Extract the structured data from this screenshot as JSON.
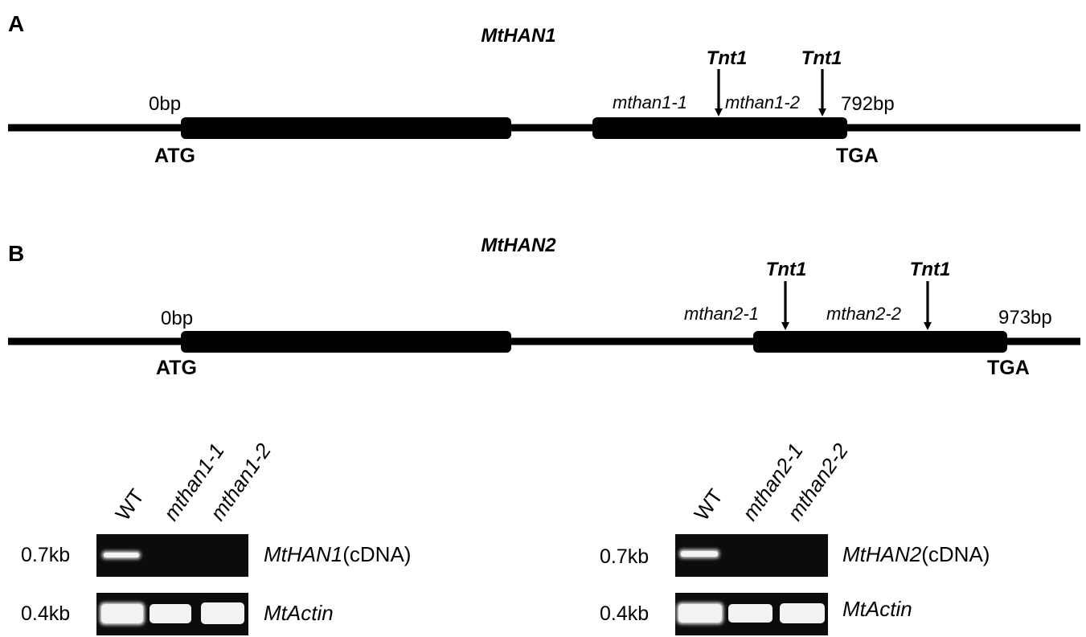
{
  "panelA": {
    "label": "A",
    "gene": "MtHAN1",
    "start_bp": "0bp",
    "end_bp": "792bp",
    "start_codon": "ATG",
    "stop_codon": "TGA",
    "insertions": [
      {
        "element": "Tnt1",
        "allele": "mthan1-1"
      },
      {
        "element": "Tnt1",
        "allele": "mthan1-2"
      }
    ]
  },
  "panelB": {
    "label": "B",
    "gene": "MtHAN2",
    "start_bp": "0bp",
    "end_bp": "973bp",
    "start_codon": "ATG",
    "stop_codon": "TGA",
    "insertions": [
      {
        "element": "Tnt1",
        "allele": "mthan2-1"
      },
      {
        "element": "Tnt1",
        "allele": "mthan2-2"
      }
    ]
  },
  "gel1": {
    "lanes": [
      "WT",
      "mthan1-1",
      "mthan1-2"
    ],
    "rows": [
      {
        "size": "0.7kb",
        "gene_italic": "MtHAN1",
        "suffix": "(cDNA)"
      },
      {
        "size": "0.4kb",
        "gene_italic": "MtActin",
        "suffix": ""
      }
    ]
  },
  "gel2": {
    "lanes": [
      "WT",
      "mthan2-1",
      "mthan2-2"
    ],
    "rows": [
      {
        "size": "0.7kb",
        "gene_italic": "MtHAN2",
        "suffix": "(cDNA)"
      },
      {
        "size": "0.4kb",
        "gene_italic": "MtActin",
        "suffix": ""
      }
    ]
  },
  "colors": {
    "ink": "#000000",
    "gel_bg": "#0c0c0c",
    "band": "#f4f4f4"
  }
}
